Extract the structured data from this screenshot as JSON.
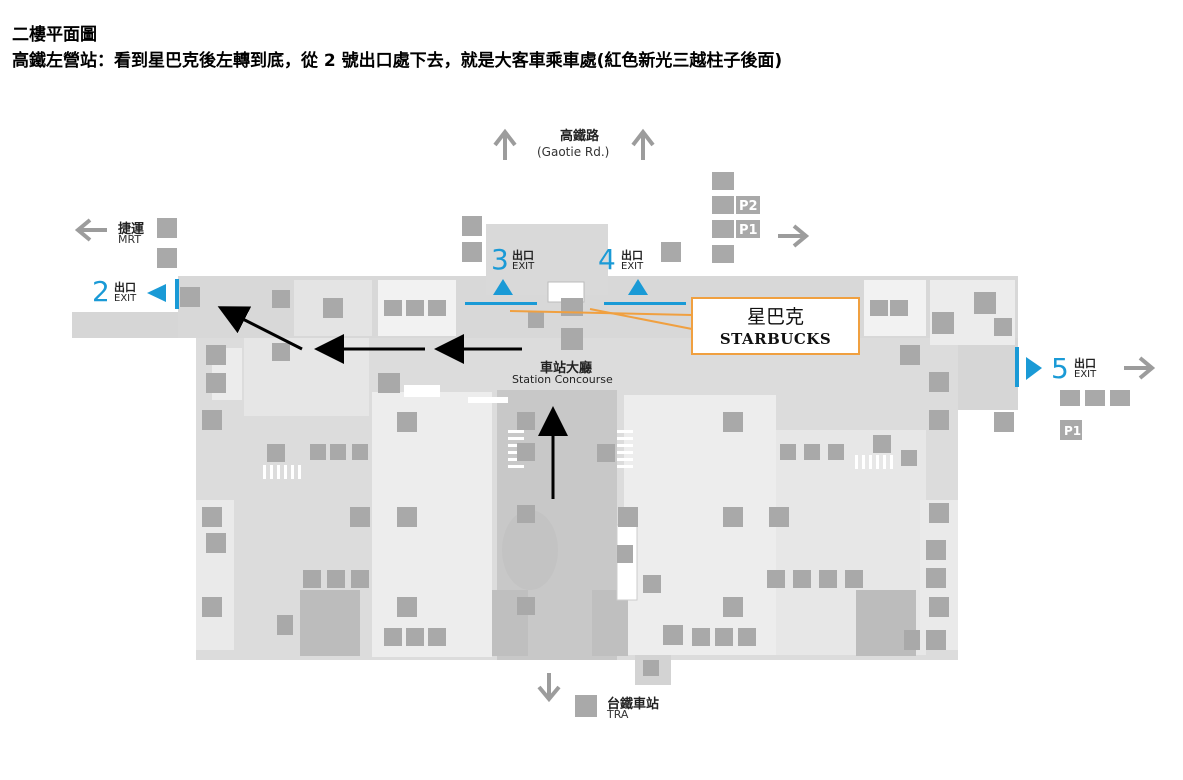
{
  "header": {
    "title": "二樓平面圖",
    "instructions": "高鐵左營站：看到星巴克後左轉到底，從 2 號出口處下去，就是大客車乘車處(紅色新光三越柱子後面)"
  },
  "map": {
    "north_road": {
      "zh": "高鐵路",
      "en": "(Gaotie Rd.)"
    },
    "mrt": {
      "zh": "捷運",
      "en": "MRT"
    },
    "tra": {
      "zh": "台鐵車站",
      "en": "TRA"
    },
    "concourse": {
      "zh": "車站大廳",
      "en": "Station Concourse"
    },
    "callout": {
      "zh": "星巴克",
      "en": "STARBUCKS"
    },
    "exits": [
      {
        "number": "2",
        "zh": "出口",
        "en": "EXIT"
      },
      {
        "number": "3",
        "zh": "出口",
        "en": "EXIT"
      },
      {
        "number": "4",
        "zh": "出口",
        "en": "EXIT"
      },
      {
        "number": "5",
        "zh": "出口",
        "en": "EXIT"
      }
    ],
    "parking_labels": [
      "P2",
      "P1",
      "P1"
    ],
    "colors": {
      "exit_blue": "#1a9ad6",
      "callout_orange": "#f0a040",
      "floor_gray": "#d8d8d8",
      "route_arrow": "#000000"
    }
  }
}
